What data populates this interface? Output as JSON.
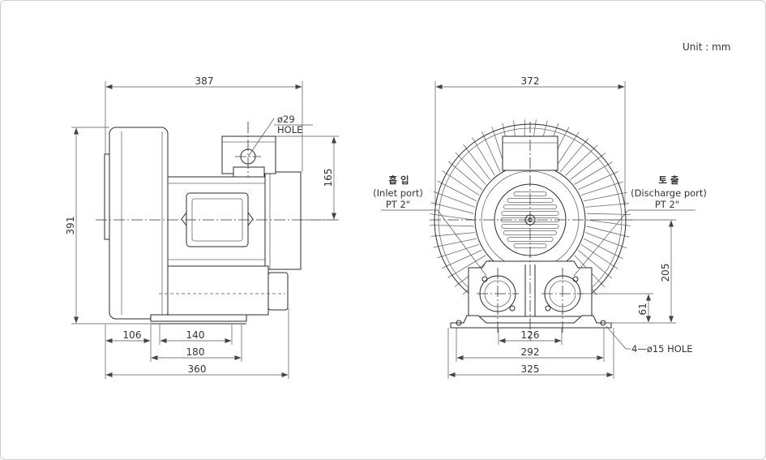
{
  "unit_label": "Unit : mm",
  "side_view": {
    "dim_top": "387",
    "dim_height": "391",
    "dim_hole_height": "165",
    "hole_label": "ø29",
    "hole_label2": "HOLE",
    "dim_106": "106",
    "dim_140": "140",
    "dim_180": "180",
    "dim_360": "360"
  },
  "front_view": {
    "dim_top": "372",
    "inlet_korean": "흡 입",
    "inlet_label": "(Inlet port)",
    "inlet_pt": "PT 2\"",
    "discharge_korean": "토 출",
    "discharge_label": "(Discharge port)",
    "discharge_pt": "PT 2\"",
    "dim_205": "205",
    "dim_61": "61",
    "dim_126": "126",
    "dim_292": "292",
    "dim_325": "325",
    "hole_note": "4—ø15 HOLE"
  }
}
